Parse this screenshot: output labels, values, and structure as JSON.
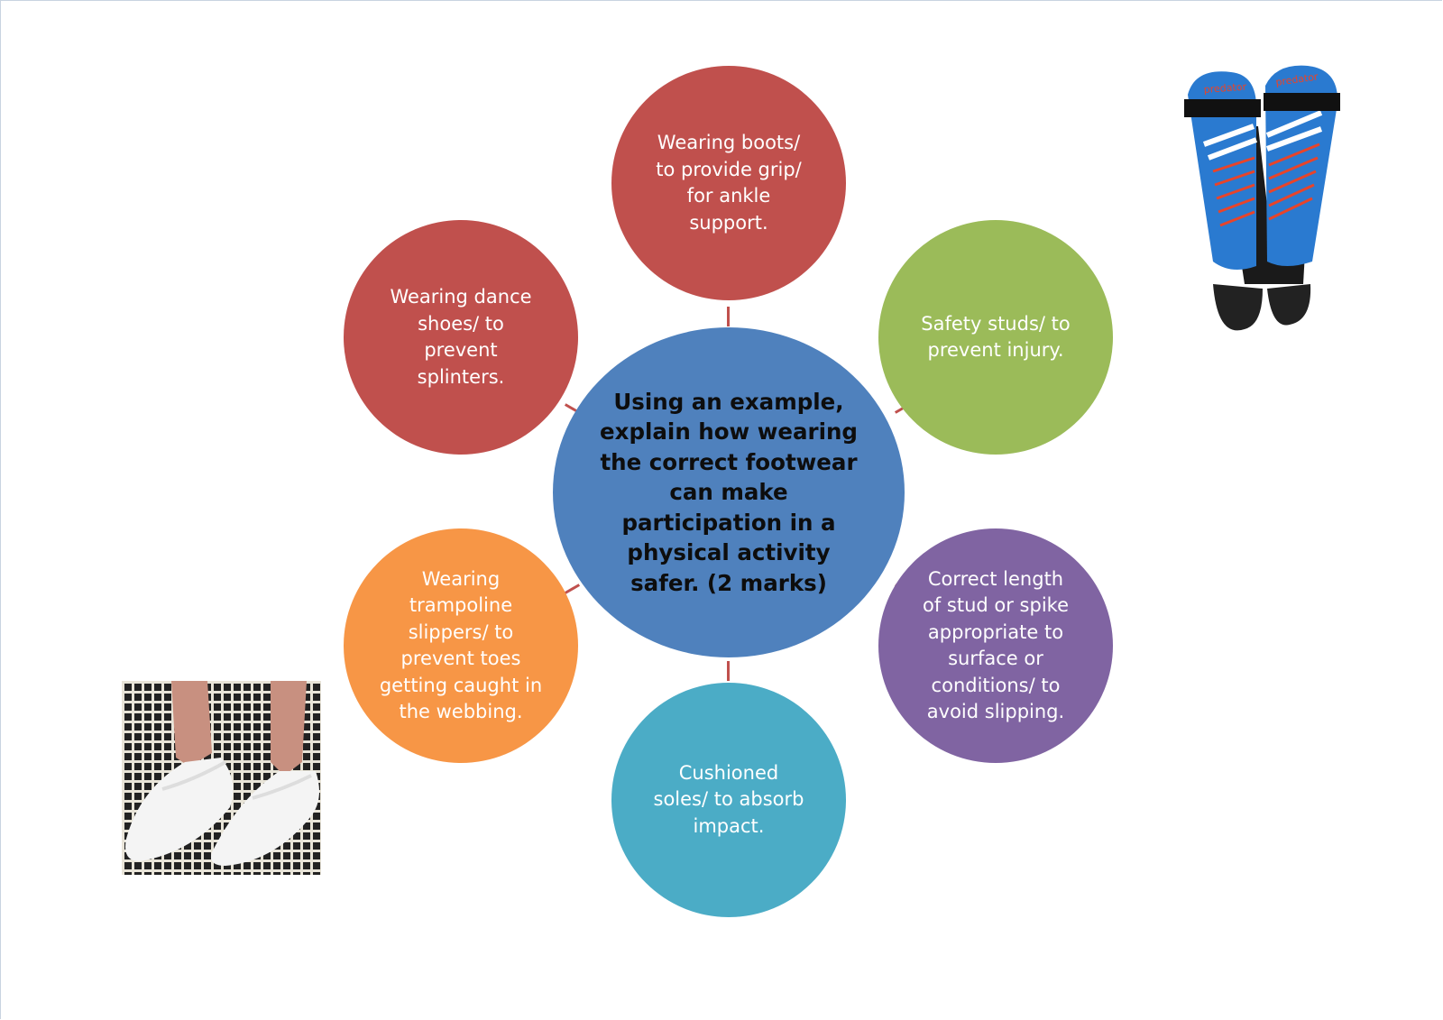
{
  "diagram": {
    "center": {
      "text": "Using an example,\nexplain how wearing\nthe correct footwear\ncan make\nparticipation in a\nphysical activity\nsafer. (2 marks)",
      "color": "#4f81bd"
    },
    "nodes": [
      {
        "text": "Wearing boots/\nto provide grip/\nfor ankle\nsupport.",
        "color": "#c0504d"
      },
      {
        "text": "Safety studs/ to\nprevent injury.",
        "color": "#9bbb59"
      },
      {
        "text": "Correct length\nof stud or spike\nappropriate to\nsurface or\nconditions/ to\navoid slipping.",
        "color": "#8064a2"
      },
      {
        "text": "Cushioned\nsoles/ to absorb\nimpact.",
        "color": "#4bacc6"
      },
      {
        "text": "Wearing\ntrampoline\nslippers/ to\nprevent toes\ngetting caught in\nthe webbing.",
        "color": "#f79646"
      },
      {
        "text": "Wearing dance\nshoes/ to\nprevent\nsplinters.",
        "color": "#c0504d"
      }
    ],
    "connector_color": "#c0504d"
  },
  "images": {
    "shin_guards": {
      "logo_text": "predator"
    },
    "trampoline_slippers": {}
  }
}
